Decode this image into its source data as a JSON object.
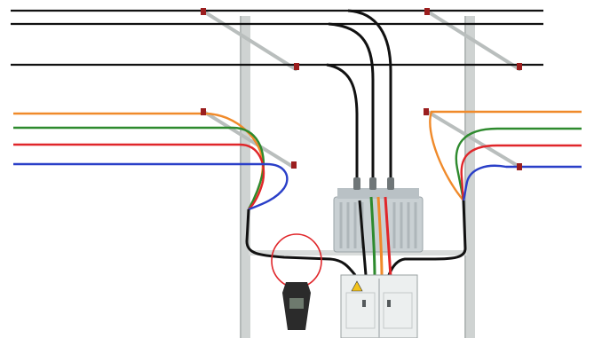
{
  "colors": {
    "background": "#ffffff",
    "pole": "#cfd3d2",
    "pole_edge": "#b4b9b8",
    "crossarm": "#b9bebd",
    "insulator": "#9b1e1e",
    "hv_line": "#111111",
    "lv_orange": "#f08a2a",
    "lv_green": "#2e8a2e",
    "lv_red": "#e0262a",
    "lv_blue": "#2a3fc8",
    "transformer_body": "#c9d0d3",
    "transformer_fin": "#aeb6ba",
    "cabinet": "#ecefef",
    "cabinet_edge": "#9aa0a2",
    "warning_sign": "#f2c21b",
    "meter_loop": "#e0262a",
    "meter_body": "#2b2b2b"
  },
  "components": [
    {
      "id": "pole-left",
      "icon": "utility-pole-icon"
    },
    {
      "id": "pole-right",
      "icon": "utility-pole-icon"
    },
    {
      "id": "high-voltage-lines",
      "count": 3
    },
    {
      "id": "low-voltage-lines-left",
      "count": 4
    },
    {
      "id": "low-voltage-lines-right",
      "count": 4
    },
    {
      "id": "transformer",
      "icon": "transformer-icon"
    },
    {
      "id": "distribution-cabinet",
      "icon": "electrical-cabinet-icon"
    },
    {
      "id": "clamp-meter",
      "icon": "clamp-meter-icon"
    },
    {
      "id": "warning-sign",
      "icon": "high-voltage-warning-icon"
    }
  ]
}
